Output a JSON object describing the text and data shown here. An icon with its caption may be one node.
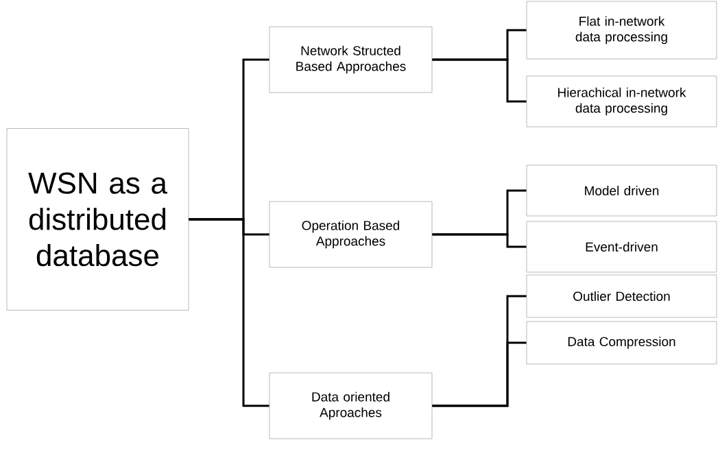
{
  "diagram": {
    "nodes": [
      {
        "text": [
          "WSN as a distributed database"
        ]
      },
      {
        "text": [
          "Network Structed Based Approaches"
        ]
      },
      {
        "text": [
          "Operation Based Approaches"
        ]
      },
      {
        "text": [
          "Data oriented Aproaches"
        ]
      },
      {
        "text": [
          "Flat in-network data processing"
        ]
      },
      {
        "text": [
          "Hierachical in-network data processing"
        ]
      },
      {
        "text": [
          "Model driven"
        ]
      },
      {
        "text": [
          "Event-driven"
        ]
      },
      {
        "text": [
          "Outlier Detection"
        ]
      },
      {
        "text": [
          "Data Compression"
        ]
      }
    ],
    "edges": [
      {
        "from": 0,
        "to": 1,
        "arrow": "none"
      },
      {
        "from": 0,
        "to": 2,
        "arrow": "none"
      },
      {
        "from": 0,
        "to": 3,
        "arrow": "none"
      },
      {
        "from": 1,
        "to": 4,
        "arrow": "none"
      },
      {
        "from": 1,
        "to": 5,
        "arrow": "none"
      },
      {
        "from": 2,
        "to": 6,
        "arrow": "none"
      },
      {
        "from": 2,
        "to": 7,
        "arrow": "none"
      },
      {
        "from": 3,
        "to": 8,
        "arrow": "none"
      },
      {
        "from": 3,
        "to": 9,
        "arrow": "none"
      }
    ]
  }
}
